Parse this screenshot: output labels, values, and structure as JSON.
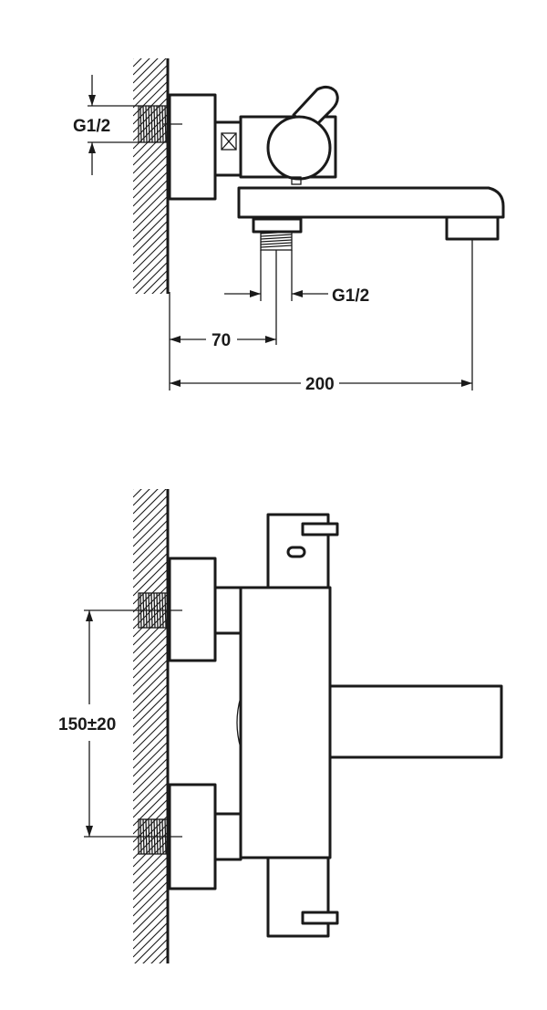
{
  "labels": {
    "top_left_thread": "G1/2",
    "top_bottom_thread": "G1/2",
    "dim_outlet_offset": "70",
    "dim_total_projection": "200",
    "dim_inlet_spacing": "150±20"
  },
  "colors": {
    "line": "#1a1a1a",
    "background": "#ffffff"
  }
}
